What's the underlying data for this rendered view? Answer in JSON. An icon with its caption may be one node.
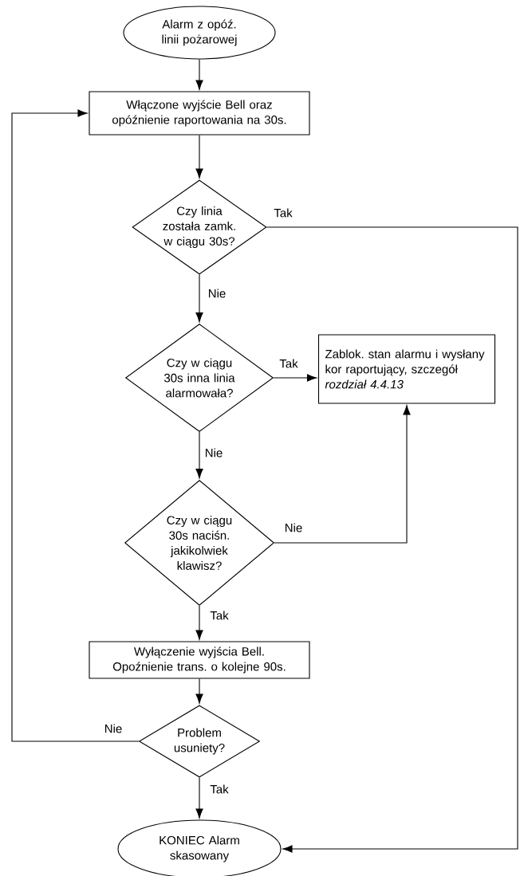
{
  "diagram": {
    "nodes": [
      {
        "text": [
          "Alarm z opóź. linii pożarowej"
        ]
      },
      {
        "text": [
          "Włączone wyjście Bell oraz opóźnienie raportowania na 30s."
        ]
      },
      {
        "text": [
          "Czy linia została zamk. w ciągu 30s?"
        ]
      },
      {
        "text": [
          "Czy w ciągu 30s inna linia alarmowała?"
        ]
      },
      {
        "text": [
          "Zablok. stan alarmu i wysłany kor raportujący, szczegół *rozdział 4.4.13*"
        ]
      },
      {
        "text": [
          "Czy w ciągu 30s naciśn. jakikolwiek klawisz?"
        ]
      },
      {
        "text": [
          "Wyłączenie wyjścia Bell. Opoźnienie trans. o kolejne 90s."
        ]
      },
      {
        "text": [
          "Problem usuniety?"
        ]
      },
      {
        "text": [
          "KONIEC Alarm skasowany"
        ]
      }
    ],
    "edges": [
      {
        "from": 0,
        "to": 1,
        "arrow": "to"
      },
      {
        "from": 1,
        "to": 2,
        "arrow": "to"
      },
      {
        "from": 2,
        "to": 8,
        "arrow": "to",
        "label": "Tak"
      },
      {
        "from": 2,
        "to": 3,
        "arrow": "to",
        "label": "Nie"
      },
      {
        "from": 3,
        "to": 4,
        "arrow": "to",
        "label": "Tak"
      },
      {
        "from": 3,
        "to": 5,
        "arrow": "to",
        "label": "Nie"
      },
      {
        "from": 5,
        "to": 4,
        "arrow": "to",
        "label": "Nie"
      },
      {
        "from": 5,
        "to": 6,
        "arrow": "to",
        "label": "Tak"
      },
      {
        "from": 6,
        "to": 7,
        "arrow": "to"
      },
      {
        "from": 7,
        "to": 1,
        "arrow": "to",
        "label": "Nie"
      },
      {
        "from": 7,
        "to": 8,
        "arrow": "to",
        "label": "Tak"
      }
    ]
  }
}
